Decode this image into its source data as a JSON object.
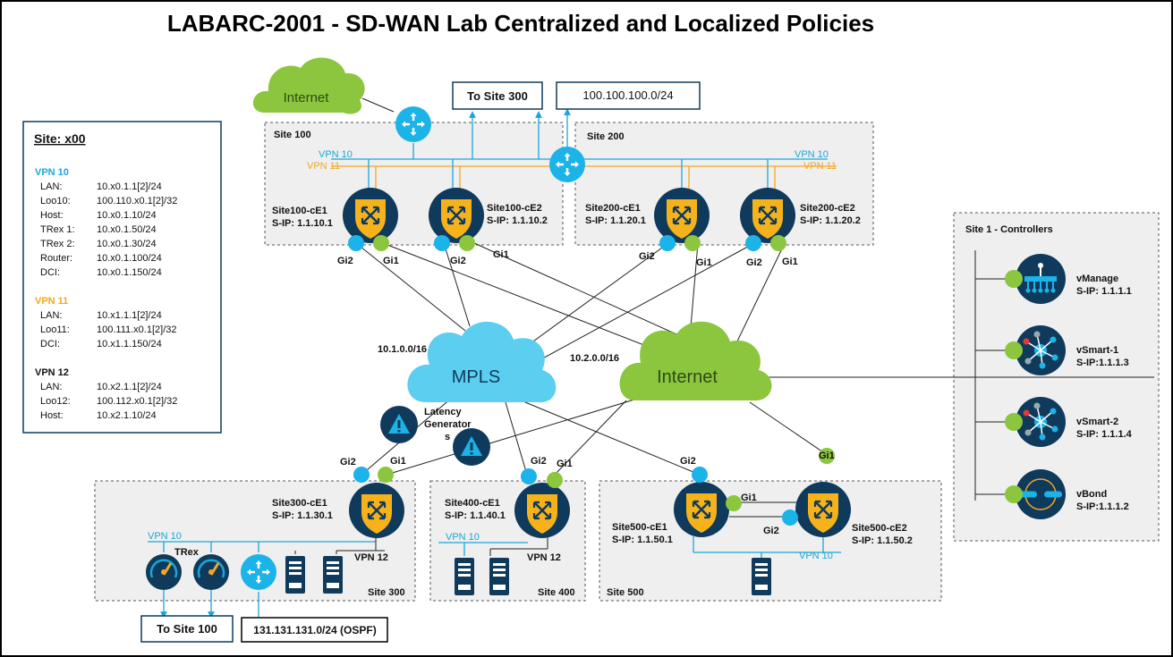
{
  "title": "LABARC-2001 - SD-WAN Lab Centralized and Localized Policies",
  "colors": {
    "vpn10": "#1aa6d8",
    "vpn11": "#f5a623",
    "mpls": "#5ccff0",
    "internet": "#8cc63f",
    "router": "#1bb3e8",
    "edge_bg": "#0f3a5c",
    "edge_shield": "#f5b21b"
  },
  "site_panel": {
    "title": "Site: x00",
    "groups": [
      {
        "name": "VPN 10",
        "color": "#1aa6d8",
        "rows": [
          {
            "k": "LAN:",
            "v": "10.x0.1.1[2]/24"
          },
          {
            "k": "Loo10:",
            "v": "100.110.x0.1[2]/32"
          },
          {
            "k": "Host:",
            "v": "10.x0.1.10/24"
          },
          {
            "k": "TRex 1:",
            "v": "10.x0.1.50/24"
          },
          {
            "k": "TRex 2:",
            "v": "10.x0.1.30/24"
          },
          {
            "k": "Router:",
            "v": "10.x0.1.100/24"
          },
          {
            "k": "DCI:",
            "v": "10.x0.1.150/24"
          }
        ]
      },
      {
        "name": "VPN 11",
        "color": "#f5a623",
        "rows": [
          {
            "k": "LAN:",
            "v": "10.x1.1.1[2]/24"
          },
          {
            "k": "Loo11:",
            "v": "100.111.x0.1[2]/32"
          },
          {
            "k": "DCI:",
            "v": "10.x1.1.150/24"
          }
        ]
      },
      {
        "name": "VPN 12",
        "color": "#111111",
        "rows": [
          {
            "k": "LAN:",
            "v": "10.x2.1.1[2]/24"
          },
          {
            "k": "Loo12:",
            "v": "100.112.x0.1[2]/32"
          },
          {
            "k": "Host:",
            "v": "10.x2.1.10/24"
          }
        ]
      }
    ]
  },
  "labels": {
    "internet_top": "Internet",
    "to_site_300": "To Site 300",
    "prefix_100": "100.100.100.0/24",
    "site_100": "Site 100",
    "site_200": "Site 200",
    "vpn10": "VPN 10",
    "vpn11": "VPN 11",
    "vpn12": "VPN 12",
    "gi1": "Gi1",
    "gi2": "Gi2",
    "mpls": "MPLS",
    "internet": "Internet",
    "mpls_net": "10.1.0.0/16",
    "inet_net": "10.2.0.0/16",
    "latency_1": "Latency",
    "latency_2": "Generator",
    "latency_3": "s",
    "trex": "TRex",
    "site_300": "Site 300",
    "site_400": "Site 400",
    "site_500": "Site 500",
    "to_site_100": "To Site 100",
    "ospf_prefix": "131.131.131.0/24 (OSPF)",
    "controllers": "Site 1 - Controllers"
  },
  "edges": {
    "s100ce1": {
      "name": "Site100-cE1",
      "ip": "S-IP: 1.1.10.1"
    },
    "s100ce2": {
      "name": "Site100-cE2",
      "ip": "S-IP: 1.1.10.2"
    },
    "s200ce1": {
      "name": "Site200-cE1",
      "ip": "S-IP: 1.1.20.1"
    },
    "s200ce2": {
      "name": "Site200-cE2",
      "ip": "S-IP: 1.1.20.2"
    },
    "s300ce1": {
      "name": "Site300-cE1",
      "ip": "S-IP: 1.1.30.1"
    },
    "s400ce1": {
      "name": "Site400-cE1",
      "ip": "S-IP: 1.1.40.1"
    },
    "s500ce1": {
      "name": "Site500-cE1",
      "ip": "S-IP: 1.1.50.1"
    },
    "s500ce2": {
      "name": "Site500-cE2",
      "ip": "S-IP: 1.1.50.2"
    }
  },
  "controllers": [
    {
      "name": "vManage",
      "ip": "S-IP: 1.1.1.1",
      "icon": "vmanage-icon"
    },
    {
      "name": "vSmart-1",
      "ip": "S-IP:1.1.1.3",
      "icon": "vsmart-icon"
    },
    {
      "name": "vSmart-2",
      "ip": "S-IP: 1.1.1.4",
      "icon": "vsmart-icon"
    },
    {
      "name": "vBond",
      "ip": "S-IP:1.1.1.2",
      "icon": "vbond-icon"
    }
  ]
}
